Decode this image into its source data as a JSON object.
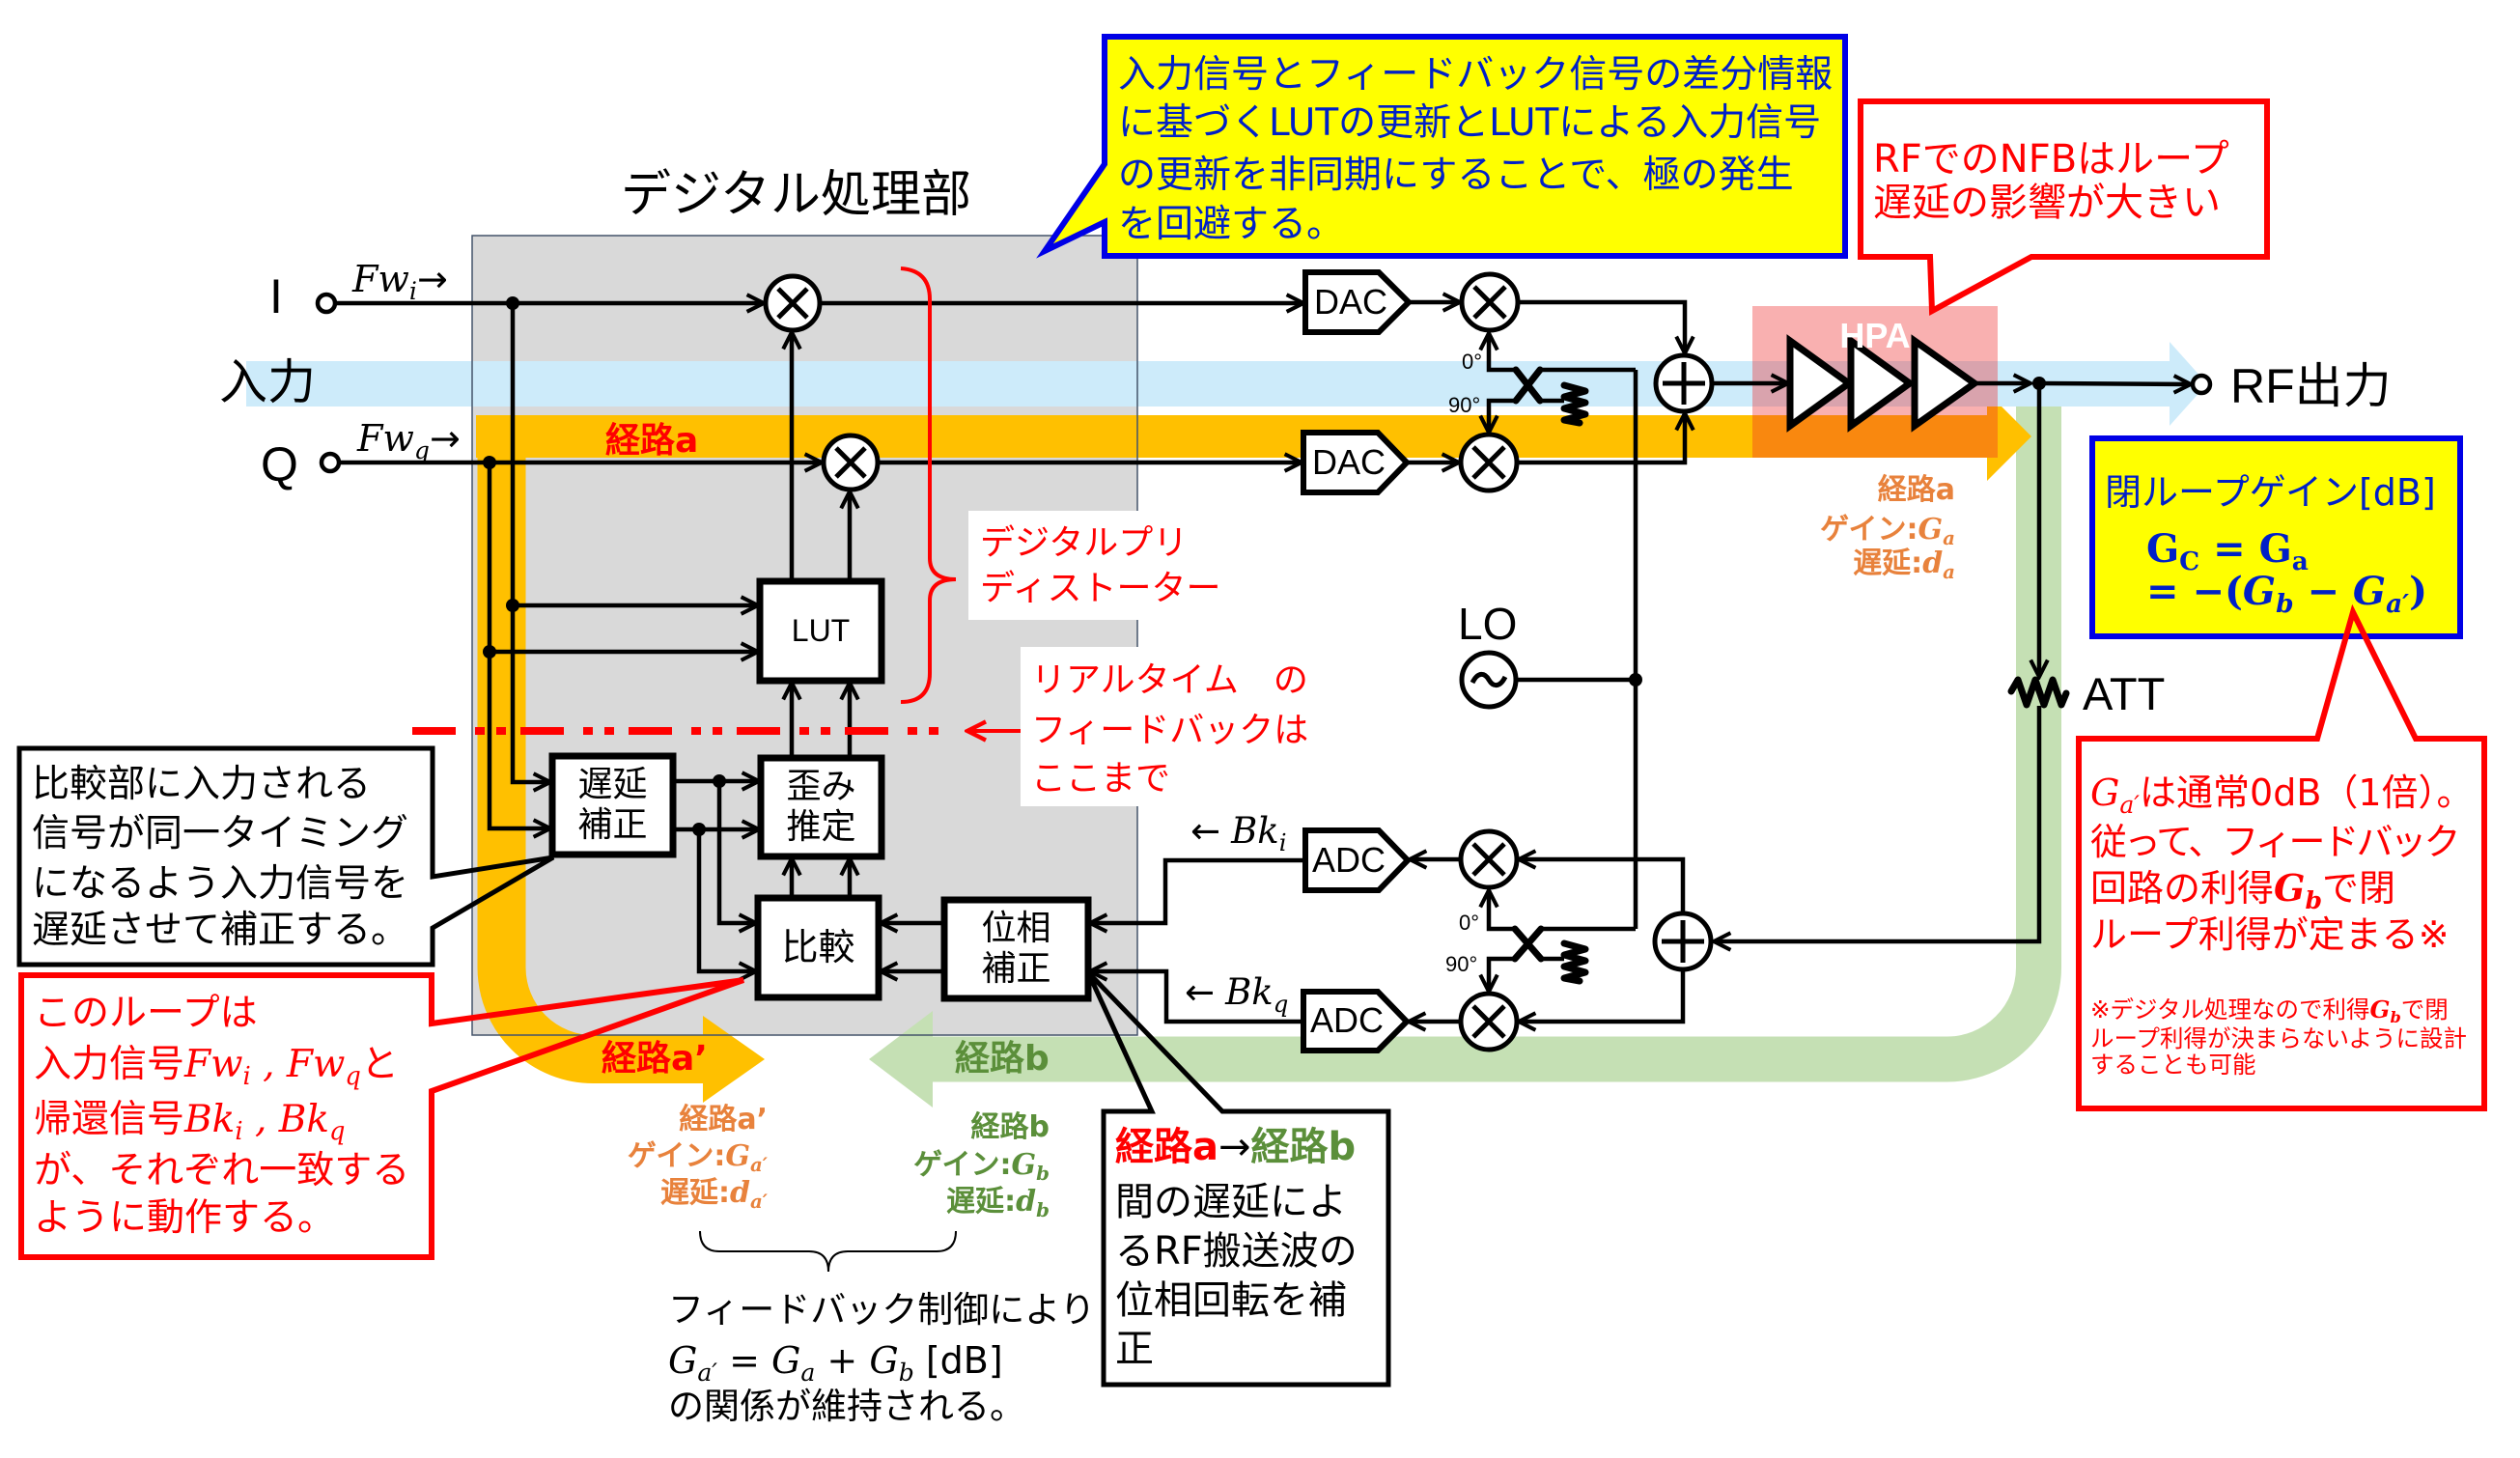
{
  "diagram": {
    "title": "デジタル処理部",
    "terminals": {
      "i": "I",
      "q": "Q",
      "input": "入力",
      "rf_output": "RF出力"
    },
    "forward_signals": {
      "fw_i": {
        "base": "Fw",
        "sub": "i",
        "arrow": "→"
      },
      "fw_q": {
        "base": "Fw",
        "sub": "q",
        "arrow": "→"
      }
    },
    "feedback_signals": {
      "bk_i": {
        "arrow": "←",
        "base": "Bk",
        "sub": "i"
      },
      "bk_q": {
        "arrow": "←",
        "base": "Bk",
        "sub": "q"
      }
    },
    "blocks": {
      "lut": "LUT",
      "delay_compensation": {
        "line1": "遅延",
        "line2": "補正"
      },
      "distortion_estimation": {
        "line1": "歪み",
        "line2": "推定"
      },
      "comparator": "比較",
      "phase_compensation": {
        "line1": "位相",
        "line2": "補正"
      },
      "dac": "DAC",
      "adc": "ADC",
      "hpa": "HPA",
      "lo": "LO",
      "att": "ATT"
    },
    "hybrid_ports": {
      "phase_0": "0°",
      "phase_90": "90°"
    }
  },
  "paths": {
    "a": {
      "band_label": "経路a",
      "name": "経路a",
      "gain_label": "ゲイン:",
      "gain": {
        "base": "G",
        "sub": "a"
      },
      "delay_label": "遅延:",
      "delay": {
        "base": "d",
        "sub": "a"
      }
    },
    "a_prime": {
      "band_label": "経路a’",
      "name": "経路a’",
      "gain_label": "ゲイン:",
      "gain": {
        "base": "G",
        "sub": "a′"
      },
      "delay_label": "遅延:",
      "delay": {
        "base": "d",
        "sub": "a′"
      }
    },
    "b": {
      "band_label": "経路b",
      "name": "経路b",
      "gain_label": "ゲイン:",
      "gain": {
        "base": "G",
        "sub": "b"
      },
      "delay_label": "遅延:",
      "delay": {
        "base": "d",
        "sub": "b"
      }
    }
  },
  "annotations": {
    "dpd_label": {
      "line1": "デジタルプリ",
      "line2": "ディストーター"
    },
    "realtime_feedback": {
      "line1": "リアルタイム　の",
      "line2": "フィードバックは",
      "line3": "ここまで"
    },
    "async_update_callout": {
      "lines": [
        "入力信号とフィードバック信号の差分情報",
        "に基づくLUTの更新とLUTによる入力信号",
        "の更新を非同期にすることで、極の発生",
        "を回避する。"
      ]
    },
    "rf_nfb_callout": {
      "lines": [
        "RFでのNFBはループ",
        "遅延の影響が大きい"
      ]
    },
    "delay_comp_callout": {
      "lines": [
        "比較部に入力される",
        "信号が同一タイミング",
        "になるよう入力信号を",
        "遅延させて補正する。"
      ]
    },
    "loop_callout": {
      "line1": "このループは",
      "line2": {
        "pre": "入力信号",
        "m1": {
          "base": "Fw",
          "sub": "i"
        },
        "sep": " , ",
        "m2": {
          "base": "Fw",
          "sub": "q"
        },
        "post": "と"
      },
      "line3": {
        "pre": "帰還信号",
        "m1": {
          "base": "Bk",
          "sub": "i"
        },
        "sep": " , ",
        "m2": {
          "base": "Bk",
          "sub": "q"
        }
      },
      "line4": "が、それぞれ一致する",
      "line5": "ように動作する。"
    },
    "phase_callout": {
      "heading": {
        "from": "経路a",
        "arrow": "→",
        "to": "経路b"
      },
      "lines": [
        "間の遅延によ",
        "るRF搬送波の",
        "位相回転を補",
        "正"
      ]
    },
    "closed_loop_gain": {
      "title": "閉ループゲイン[dB]",
      "eq1": {
        "lhs": {
          "base": "G",
          "sub": "C"
        },
        "op": " = ",
        "rhs": {
          "base": "G",
          "sub": "a"
        }
      },
      "eq2": {
        "op": "= −(",
        "t1": {
          "base": "G",
          "sub": "b"
        },
        "minus": " − ",
        "t2": {
          "base": "G",
          "sub": "a′"
        },
        "close": ")"
      }
    },
    "gain_note_callout": {
      "line1": {
        "m": {
          "base": "G",
          "sub": "a′"
        },
        "text": "は通常0dB（1倍）。"
      },
      "line2": "従って、フィードバック",
      "line3": {
        "pre": "回路の利得",
        "m": {
          "base": "G",
          "sub": "b"
        },
        "post": "で閉"
      },
      "line4": "ループ利得が定まる※",
      "note1": {
        "pre": "※デジタル処理なので利得",
        "m": {
          "base": "G",
          "sub": "b"
        },
        "post": "で閉"
      },
      "note2": "ループ利得が決まらないように設計",
      "note3": "することも可能"
    },
    "feedback_relation": {
      "line1": "フィードバック制御により",
      "eq": {
        "lhs": {
          "base": "G",
          "sub": "a′"
        },
        "eq": " = ",
        "t1": {
          "base": "G",
          "sub": "a"
        },
        "plus": " + ",
        "t2": {
          "base": "G",
          "sub": "b"
        },
        "unit": " [dB]"
      },
      "line3": "の関係が維持される。"
    }
  },
  "colors": {
    "input_band": "#CDEBFA",
    "path_a_band": "#FFC000",
    "path_b_band": "#C5E0B4",
    "hpa_overlay": "#F02828",
    "digital_block": "#D9D9D9",
    "digital_block_edge": "#44546A",
    "callout_yellow": "#FFFF00",
    "callout_blue": "#0000E6",
    "text_blue": "#0020C8",
    "red": "#FF0000",
    "path_a_label": "#E8823C",
    "path_b_label": "#5B8F3A",
    "ink": "#000000"
  }
}
